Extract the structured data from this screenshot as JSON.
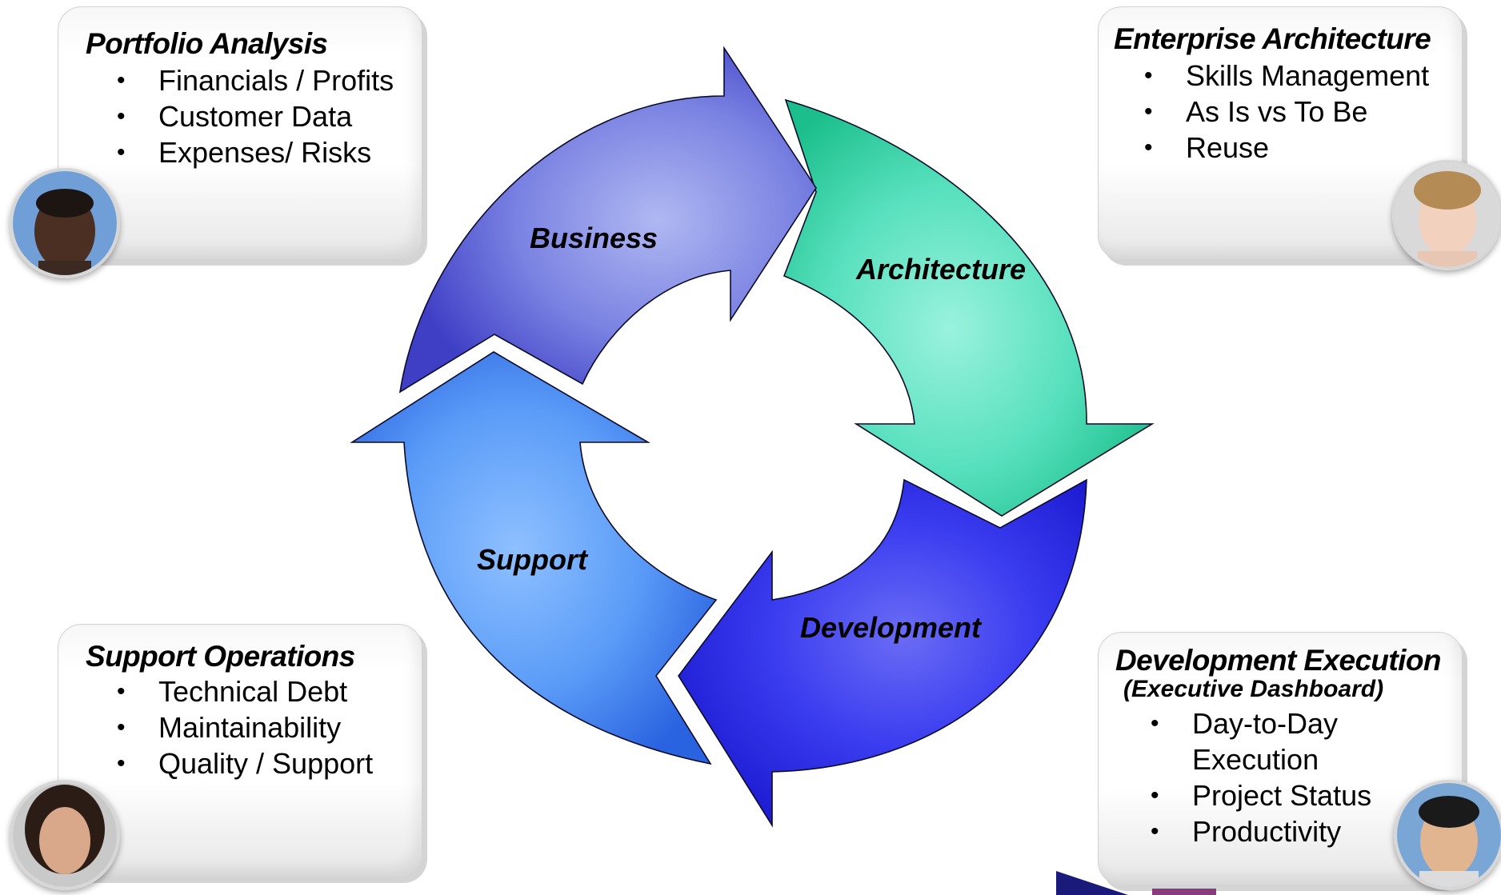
{
  "cycle": {
    "stages": [
      {
        "label": "Business",
        "color": "#4f4fd8"
      },
      {
        "label": "Architecture",
        "color": "#33d4a4"
      },
      {
        "label": "Development",
        "color": "#2626e6"
      },
      {
        "label": "Support",
        "color": "#3f83f1"
      }
    ]
  },
  "panels": {
    "portfolio": {
      "title": "Portfolio Analysis",
      "items": [
        "Financials / Profits",
        "Customer Data",
        "Expenses/ Risks"
      ]
    },
    "enterprise": {
      "title": "Enterprise Architecture",
      "items": [
        "Skills Management",
        "As Is vs To Be",
        "Reuse"
      ]
    },
    "support": {
      "title": "Support Operations",
      "items": [
        "Technical Debt",
        "Maintainability",
        "Quality / Support"
      ]
    },
    "development": {
      "title": "Development Execution",
      "subtitle": "(Executive Dashboard)",
      "items": [
        "Day-to-Day",
        "Execution",
        "Project Status",
        "Productivity"
      ]
    }
  },
  "icons": {
    "bullet": "bullet-icon",
    "avatar": "person-avatar-icon"
  }
}
